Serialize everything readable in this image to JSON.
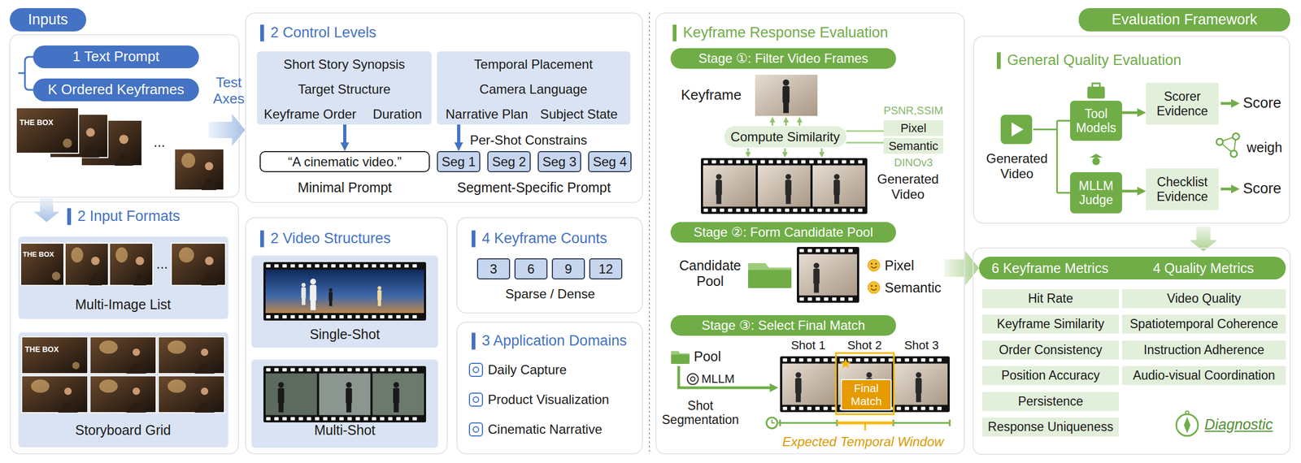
{
  "diagram": {
    "nodes": [
      {
        "text": [
          "Inputs"
        ]
      },
      {
        "text": [
          "1 Text Prompt"
        ]
      },
      {
        "text": [
          "K Ordered Keyframes"
        ]
      },
      {
        "text": [
          "2 Input Formats"
        ]
      },
      {
        "text": [
          "Multi-Image List"
        ],
        "in": 3
      },
      {
        "text": [
          "Storyboard Grid"
        ],
        "in": 3
      },
      {
        "text": [
          "2 Control Levels"
        ]
      },
      {
        "text": [
          "Short Story Synopsis",
          "Target Structure",
          "Keyframe Order",
          "Duration"
        ],
        "in": 6
      },
      {
        "text": [
          "Temporal Placement",
          "Camera Language",
          "Narrative Plan",
          "Subject State"
        ],
        "in": 6
      },
      {
        "text": [
          "“A cinematic video.”"
        ],
        "in": 6
      },
      {
        "text": [
          "Seg 1"
        ],
        "in": 6
      },
      {
        "text": [
          "Seg 2"
        ],
        "in": 6
      },
      {
        "text": [
          "Seg 3"
        ],
        "in": 6
      },
      {
        "text": [
          "Seg 4"
        ],
        "in": 6
      },
      {
        "text": [
          "2 Video Structures"
        ]
      },
      {
        "text": [
          "Single-Shot"
        ],
        "in": 14
      },
      {
        "text": [
          "Multi-Shot"
        ],
        "in": 14
      },
      {
        "text": [
          "4 Keyframe Counts"
        ]
      },
      {
        "text": [
          "3"
        ],
        "in": 17
      },
      {
        "text": [
          "6"
        ],
        "in": 17
      },
      {
        "text": [
          "9"
        ],
        "in": 17
      },
      {
        "text": [
          "12"
        ],
        "in": 17
      },
      {
        "text": [
          "3 Application Domains"
        ]
      },
      {
        "text": [
          "Keyframe Response Evaluation"
        ]
      },
      {
        "text": [
          "Stage ①: Filter Video Frames"
        ],
        "in": 23
      },
      {
        "text": [
          "Compute Similarity"
        ],
        "in": 23
      },
      {
        "text": [
          "Pixel"
        ],
        "in": 23
      },
      {
        "text": [
          "Semantic"
        ],
        "in": 23
      },
      {
        "text": [
          "Stage ②: Form Candidate Pool"
        ],
        "in": 23
      },
      {
        "text": [
          "Stage ③: Select Final Match"
        ],
        "in": 23
      },
      {
        "text": [
          "Final Match"
        ],
        "in": 23
      },
      {
        "text": [
          "Evaluation Framework"
        ]
      },
      {
        "text": [
          "General Quality Evaluation"
        ]
      },
      {
        "text": [
          "Tool Models"
        ],
        "in": 32
      },
      {
        "text": [
          "MLLM Judge"
        ],
        "in": 32
      },
      {
        "text": [
          "Scorer Evidence"
        ],
        "in": 32
      },
      {
        "text": [
          "Checklist Evidence"
        ],
        "in": 32
      },
      {
        "text": [
          "6 Keyframe Metrics"
        ]
      },
      {
        "text": [
          "4 Quality Metrics"
        ]
      },
      {
        "text": [
          "Hit Rate"
        ]
      },
      {
        "text": [
          "Keyframe Similarity"
        ]
      },
      {
        "text": [
          "Order Consistency"
        ]
      },
      {
        "text": [
          "Position Accuracy"
        ]
      },
      {
        "text": [
          "Persistence"
        ]
      },
      {
        "text": [
          "Response Uniqueness"
        ]
      },
      {
        "text": [
          "Video Quality"
        ]
      },
      {
        "text": [
          "Spatiotemporal Coherence"
        ]
      },
      {
        "text": [
          "Instruction Adherence"
        ]
      },
      {
        "text": [
          "Audio-visual Coordination"
        ]
      }
    ],
    "edges": [
      {
        "from": 7,
        "to": 9,
        "arrow": "to"
      },
      {
        "from": 8,
        "to": 10,
        "arrow": "to"
      },
      {
        "from": 25,
        "to": 26,
        "arrow": "none"
      },
      {
        "from": 25,
        "to": 27,
        "arrow": "none"
      },
      {
        "from": 33,
        "to": 35,
        "arrow": "to"
      },
      {
        "from": 34,
        "to": 36,
        "arrow": "to"
      }
    ],
    "labels": [
      "Test Axes",
      "THE BOX",
      "...",
      "THE BOX",
      "...",
      "THE BOX",
      "Per-Shot Constrains",
      "Minimal Prompt",
      "Segment-Specific Prompt",
      "Sparse / Dense",
      "Daily Capture",
      "Product Visualization",
      "Cinematic Narrative",
      "Keyframe",
      "PSNR,SSIM",
      "DINOv3",
      "Generated Video",
      "Candidate Pool",
      "Pixel",
      "Semantic",
      "Pool",
      "MLLM",
      "Shot Segmentation",
      "Shot 1",
      "Shot 2",
      "Shot 3",
      "Expected Temporal Window",
      "Generated Video",
      "Score",
      "weigh",
      "Score",
      "Diagnostic"
    ]
  }
}
